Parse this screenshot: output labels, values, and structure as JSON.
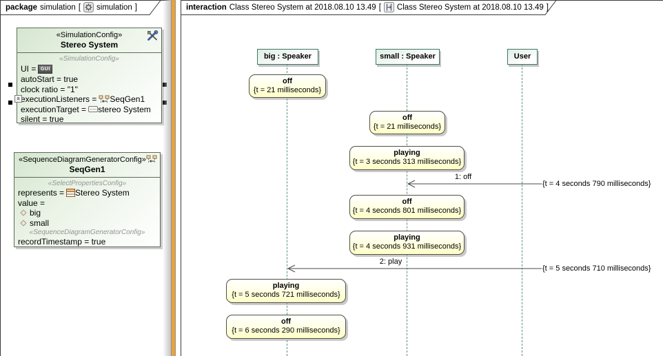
{
  "colors": {
    "splitter_orange": "#E7A33C",
    "lifeline_teal": "#55907E",
    "state_fill_yellow": "#FFFFC6",
    "config_fill_green": "#D5E6CF",
    "shadow_gray": "#9B9B9B",
    "frame_border": "#3A3A3A"
  },
  "left_panel": {
    "tab": {
      "kind": "package",
      "context": "simulation",
      "bracket_open": "[",
      "diagram": "simulation",
      "bracket_close": "]"
    },
    "sim_config": {
      "header_stereotype": "«SimulationConfig»",
      "title": "Stereo System",
      "body_stereotype": "«SimulationConfig»",
      "ui_label": "UI =",
      "ui_icon_text": "GUI",
      "autostart": "autoStart = true",
      "clock_ratio": "clock ratio = \"1\"",
      "exec_listeners_label": "executionListeners =",
      "exec_listeners_value": "SeqGen1",
      "exec_target_label": "executionTarget =",
      "exec_target_value": "stereo System",
      "silent": "silent = true",
      "anchor_letter": "a"
    },
    "seqgen_config": {
      "header_stereotype": "«SequenceDiagramGeneratorConfig»",
      "title": "SeqGen1",
      "select_stereotype": "«SelectPropertiesConfig»",
      "represents_label": "represents =",
      "represents_value": "Stereo System",
      "value_label": "value =",
      "options": [
        {
          "label": "big"
        },
        {
          "label": "small"
        }
      ],
      "generator_stereotype": "«SequenceDiagramGeneratorConfig»",
      "record_timestamp": "recordTimestamp = true"
    }
  },
  "right_panel": {
    "tab": {
      "kind": "interaction",
      "context": "Class Stereo System at 2018.08.10 13.49",
      "bracket_open": "[",
      "diagram": "Class Stereo System at 2018.08.10 13.49",
      "bracket_close": "]"
    },
    "lifelines": [
      {
        "name": "big : Speaker"
      },
      {
        "name": "small : Speaker"
      },
      {
        "name": "User"
      }
    ],
    "states": [
      {
        "lifeline": "big",
        "name": "off",
        "time": "{t = 21 milliseconds}"
      },
      {
        "lifeline": "small",
        "name": "off",
        "time": "{t = 21 milliseconds}"
      },
      {
        "lifeline": "small",
        "name": "playing",
        "time": "{t = 3 seconds 313 milliseconds}"
      },
      {
        "lifeline": "small",
        "name": "off",
        "time": "{t = 4 seconds 801 milliseconds}"
      },
      {
        "lifeline": "small",
        "name": "playing",
        "time": "{t = 4 seconds 931 milliseconds}"
      },
      {
        "lifeline": "big",
        "name": "playing",
        "time": "{t = 5 seconds 721 milliseconds}"
      },
      {
        "lifeline": "big",
        "name": "off",
        "time": "{t = 6 seconds 290 milliseconds}"
      }
    ],
    "messages": [
      {
        "label": "1: off",
        "from": "User",
        "to": "small : Speaker",
        "time": "{t = 4 seconds 790 milliseconds}"
      },
      {
        "label": "2: play",
        "from": "User",
        "to": "big : Speaker",
        "time": "{t = 5 seconds 710 milliseconds}"
      }
    ]
  }
}
